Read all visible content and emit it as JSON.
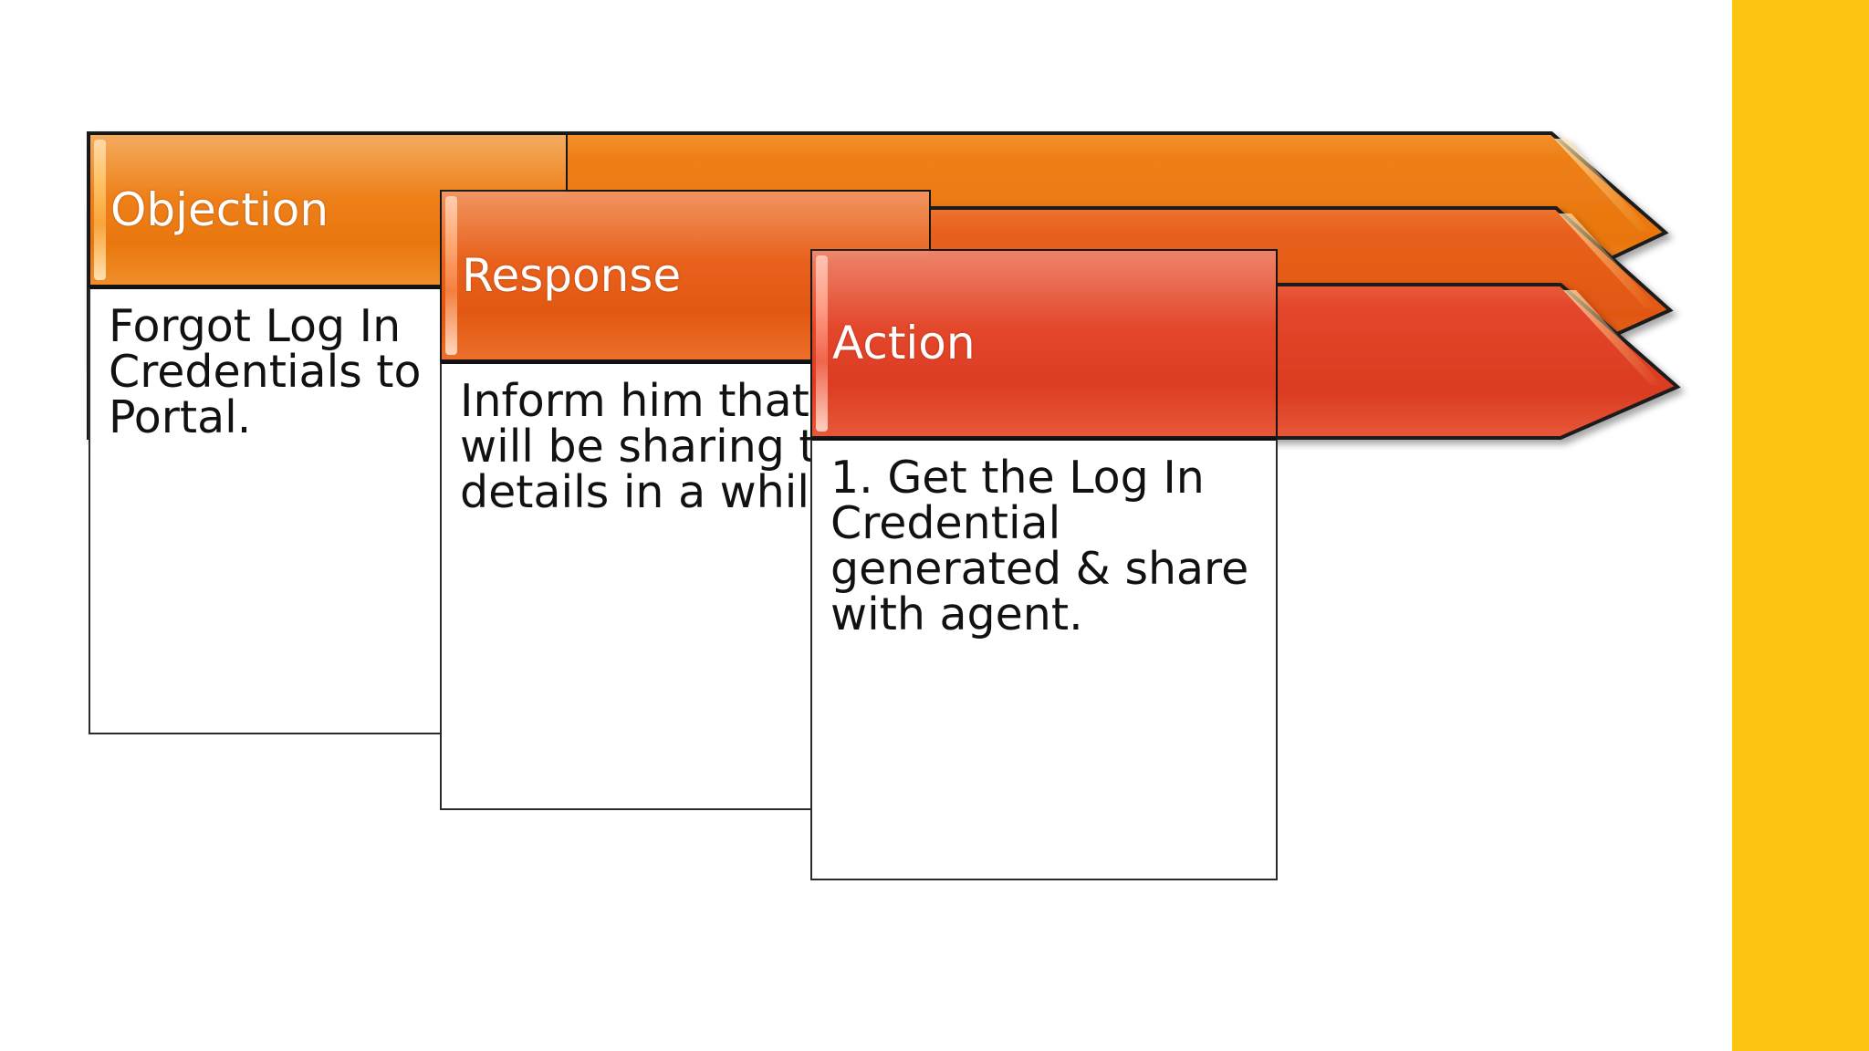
{
  "slide": {
    "background_color": "#FFFFFF",
    "accent_band_color": "#FCC512"
  },
  "stages": [
    {
      "id": "objection",
      "header": "Objection",
      "body": "Forgot Log In Credentials to Portal.",
      "arrow_color": "#ED7D1F",
      "header_text_color": "#FFFFFF",
      "body_text_color": "#111111"
    },
    {
      "id": "response",
      "header": "Response",
      "body": "Inform him that you will be sharing the details in a while.",
      "arrow_color": "#E8601C",
      "header_text_color": "#FFFFFF",
      "body_text_color": "#111111"
    },
    {
      "id": "action",
      "header": "Action",
      "body": "1. Get the Log In Credential generated & share with agent.",
      "arrow_color": "#E3462B",
      "header_text_color": "#FFFFFF",
      "body_text_color": "#111111"
    }
  ]
}
